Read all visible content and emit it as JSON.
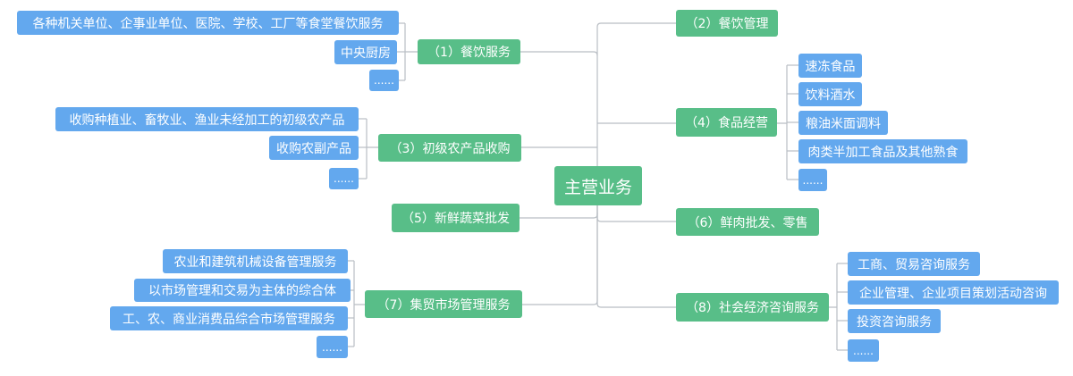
{
  "mindmap": {
    "center": "主营业务",
    "branches": [
      {
        "id": "b1",
        "label": "（1）餐饮服务",
        "items": [
          "各种机关单位、企事业单位、医院、学校、工厂等食堂餐饮服务",
          "中央厨房",
          "......"
        ]
      },
      {
        "id": "b2",
        "label": "（2）餐饮管理",
        "items": []
      },
      {
        "id": "b3",
        "label": "（3）初级农产品收购",
        "items": [
          "收购种植业、畜牧业、渔业未经加工的初级农产品",
          "收购农副产品",
          "......"
        ]
      },
      {
        "id": "b4",
        "label": "（4）食品经营",
        "items": [
          "速冻食品",
          "饮料酒水",
          "粮油米面调料",
          "肉类半加工食品及其他熟食",
          "......"
        ]
      },
      {
        "id": "b5",
        "label": "（5）新鲜蔬菜批发",
        "items": []
      },
      {
        "id": "b6",
        "label": "（6）鲜肉批发、零售",
        "items": []
      },
      {
        "id": "b7",
        "label": "（7）集贸市场管理服务",
        "items": [
          "农业和建筑机械设备管理服务",
          "以市场管理和交易为主体的综合体",
          "工、农、商业消费品综合市场管理服务",
          "......"
        ]
      },
      {
        "id": "b8",
        "label": "（8）社会经济咨询服务",
        "items": [
          "工商、贸易咨询服务",
          "企业管理、企业项目策划活动咨询",
          "投资咨询服务",
          "......"
        ]
      }
    ]
  },
  "colors": {
    "center": "#58be88",
    "category": "#58be88",
    "leaf": "#63a8ee",
    "connector": "#b9bec4"
  }
}
